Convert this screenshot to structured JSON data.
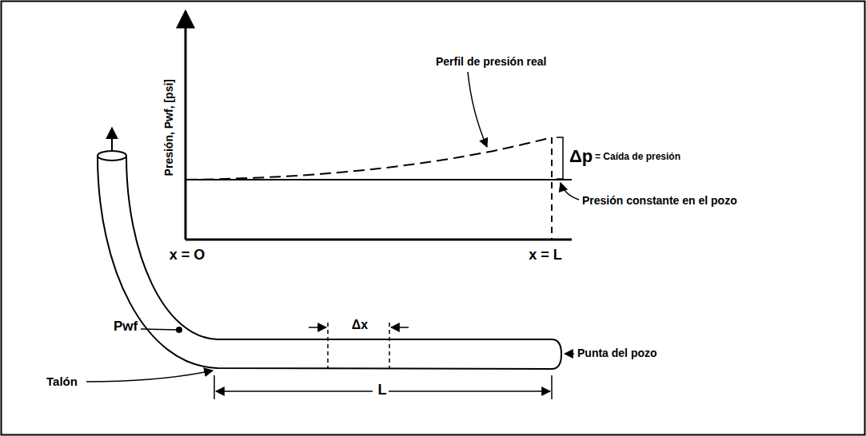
{
  "diagram": {
    "labels": [
      "Perfil de presión real",
      "Presión, Pwf, [psi]",
      "Δp",
      "= Caída de presión",
      "Presión constante en el pozo",
      "x = O",
      "x = L",
      "Pwf",
      "Δx",
      "Punta del pozo",
      "Talón",
      "L"
    ]
  }
}
